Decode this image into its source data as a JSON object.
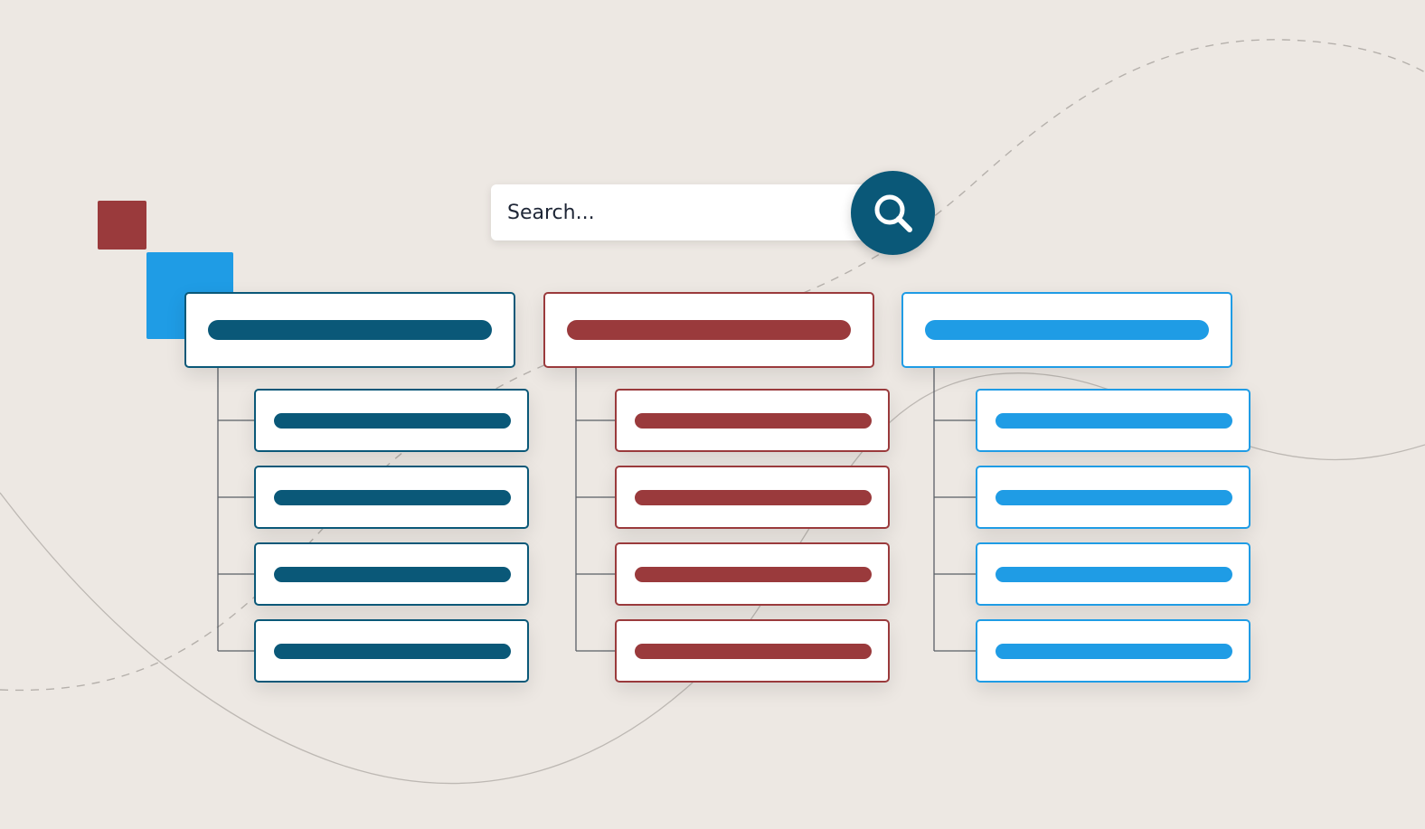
{
  "search": {
    "placeholder": "Search...",
    "icon": "magnifier"
  },
  "colors": {
    "background": "#ede8e3",
    "navy": "#0a5878",
    "crimson": "#9a3a3c",
    "sky": "#1f9ce5",
    "search_button": "#0a5878",
    "decor_line": "#b5b0ab"
  },
  "tree": {
    "columns": [
      {
        "key": "navy",
        "color": "#0a5878",
        "child_count": 4
      },
      {
        "key": "crimson",
        "color": "#9a3a3c",
        "child_count": 4
      },
      {
        "key": "sky",
        "color": "#1f9ce5",
        "child_count": 4
      }
    ]
  }
}
